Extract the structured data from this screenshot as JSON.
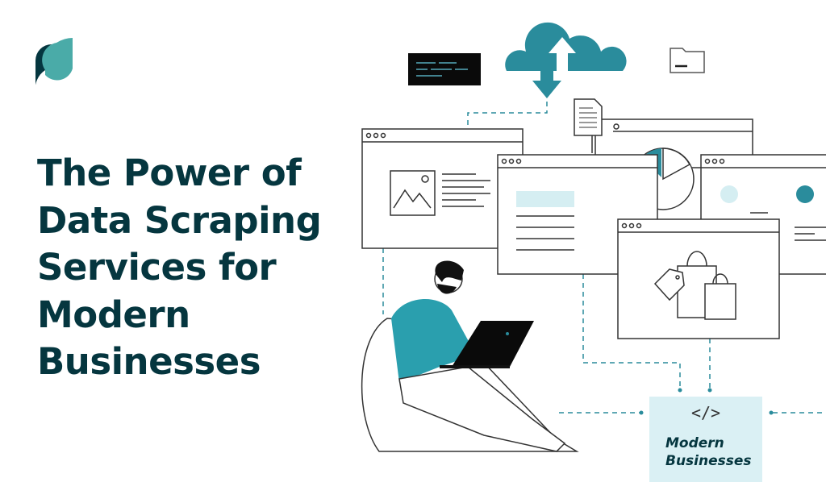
{
  "title_lines": [
    "The Power of",
    "Data Scraping",
    "Services for",
    "Modern",
    "Businesses"
  ],
  "box": {
    "code_symbol": "</>",
    "label_lines": [
      "Modern",
      "Businesses"
    ]
  },
  "colors": {
    "brand_dark": "#05363f",
    "brand_teal": "#4aaba8",
    "accent": "#2a8c9c",
    "box_bg": "#daf0f4"
  },
  "icons": [
    "logo",
    "cloud-upload-download-icon",
    "code-terminal-icon",
    "folder-icon",
    "document-icon",
    "pie-chart-icon",
    "image-icon",
    "shopping-bags-icon",
    "price-tag-icon",
    "code-icon"
  ]
}
